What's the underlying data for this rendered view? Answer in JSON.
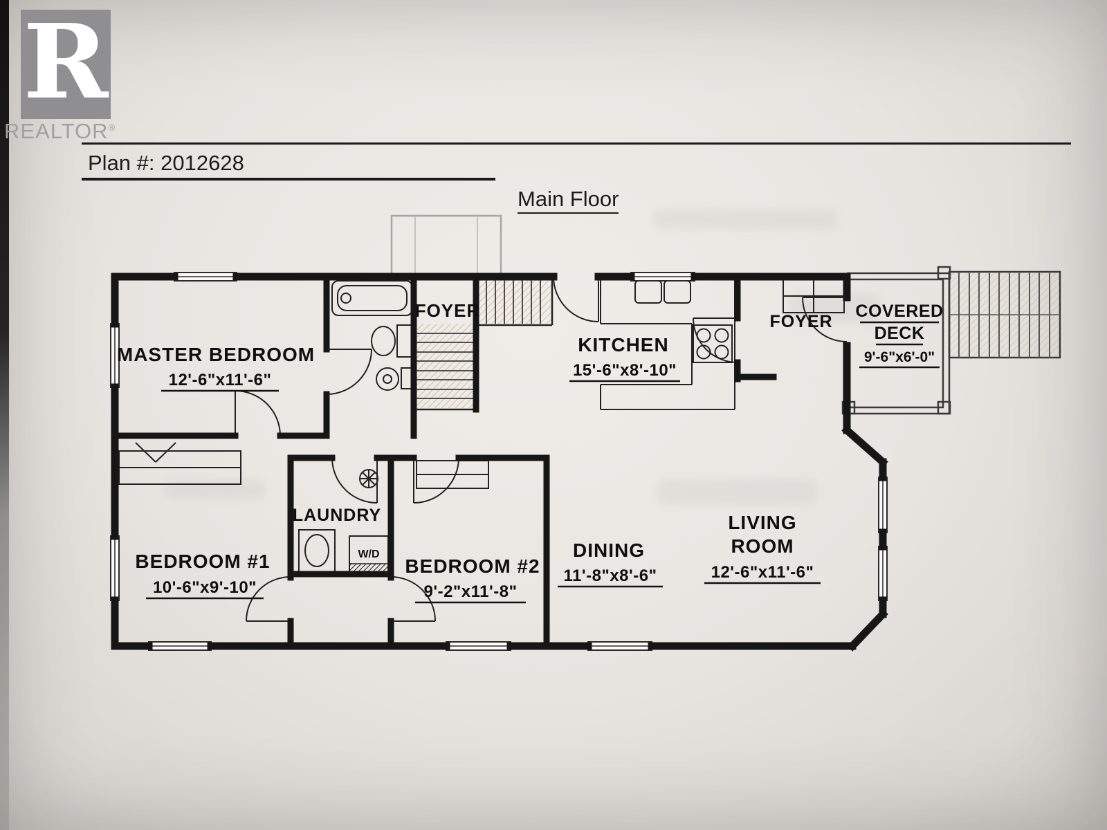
{
  "header": {
    "logo_letter": "R",
    "logo_brand": "REALTOR",
    "logo_reg": "®",
    "plan_label": "Plan #: 2012628",
    "title": "Main Floor"
  },
  "rooms": {
    "master_bedroom": {
      "name": "MASTER BEDROOM",
      "dims": "12'-6\"x11'-6\""
    },
    "foyer_left": {
      "name": "FOYER"
    },
    "kitchen": {
      "name": "KITCHEN",
      "dims": "15'-6\"x8'-10\""
    },
    "foyer_right": {
      "name": "FOYER"
    },
    "covered_deck": {
      "line1": "COVERED",
      "line2": "DECK",
      "dims": "9'-6\"x6'-0\""
    },
    "bedroom_1": {
      "name": "BEDROOM #1",
      "dims": "10'-6\"x9'-10\""
    },
    "laundry": {
      "name": "LAUNDRY",
      "appliance": "W/D"
    },
    "bedroom_2": {
      "name": "BEDROOM #2",
      "dims": "9'-2\"x11'-8\""
    },
    "dining": {
      "name": "DINING",
      "dims": "11'-8\"x8'-6\""
    },
    "living_room": {
      "line1": "LIVING",
      "line2": "ROOM",
      "dims": "12'-6\"x11'-6\""
    }
  },
  "colors": {
    "wall": "#161616",
    "paper": "#eae7e3",
    "stair_hatch": "#c09a78",
    "logo_grey": "#8f8f91"
  }
}
